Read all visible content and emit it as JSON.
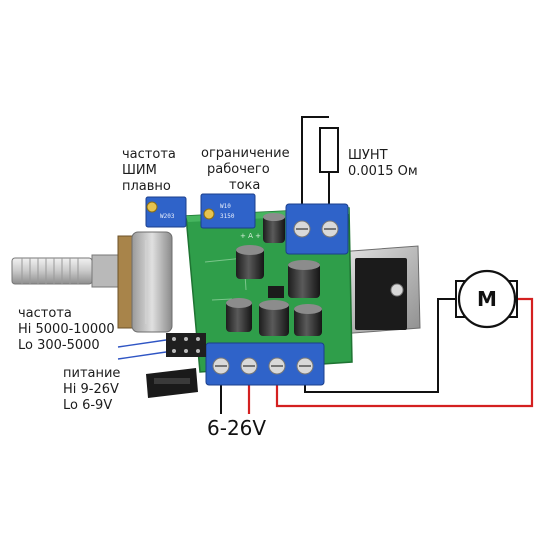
{
  "labels": {
    "pwm_freq": [
      "частота",
      "ШИМ",
      "плавно"
    ],
    "current_limit": [
      "ограничение",
      "рабочего",
      "тока"
    ],
    "shunt": [
      "ШУНТ",
      "0.0015 Ом"
    ],
    "freq_mode": [
      "частота",
      "Hi 5000-10000",
      "Lo 300-5000"
    ],
    "power_mode": [
      "питание",
      "Hi 9-26V",
      "Lo 6-9V"
    ],
    "supply_voltage": "6-26V",
    "motor_symbol": "M"
  },
  "colors": {
    "pcb_green": "#2f9e4a",
    "terminal_blue": "#2f63c9",
    "positive_wire": "#d42020",
    "negative_wire": "#111111",
    "pointer_blue": "#2f55c4"
  },
  "icons": [
    "potentiometer-knob",
    "resistor-symbol",
    "motor-symbol",
    "screw-terminal",
    "mosfet-transistor"
  ]
}
